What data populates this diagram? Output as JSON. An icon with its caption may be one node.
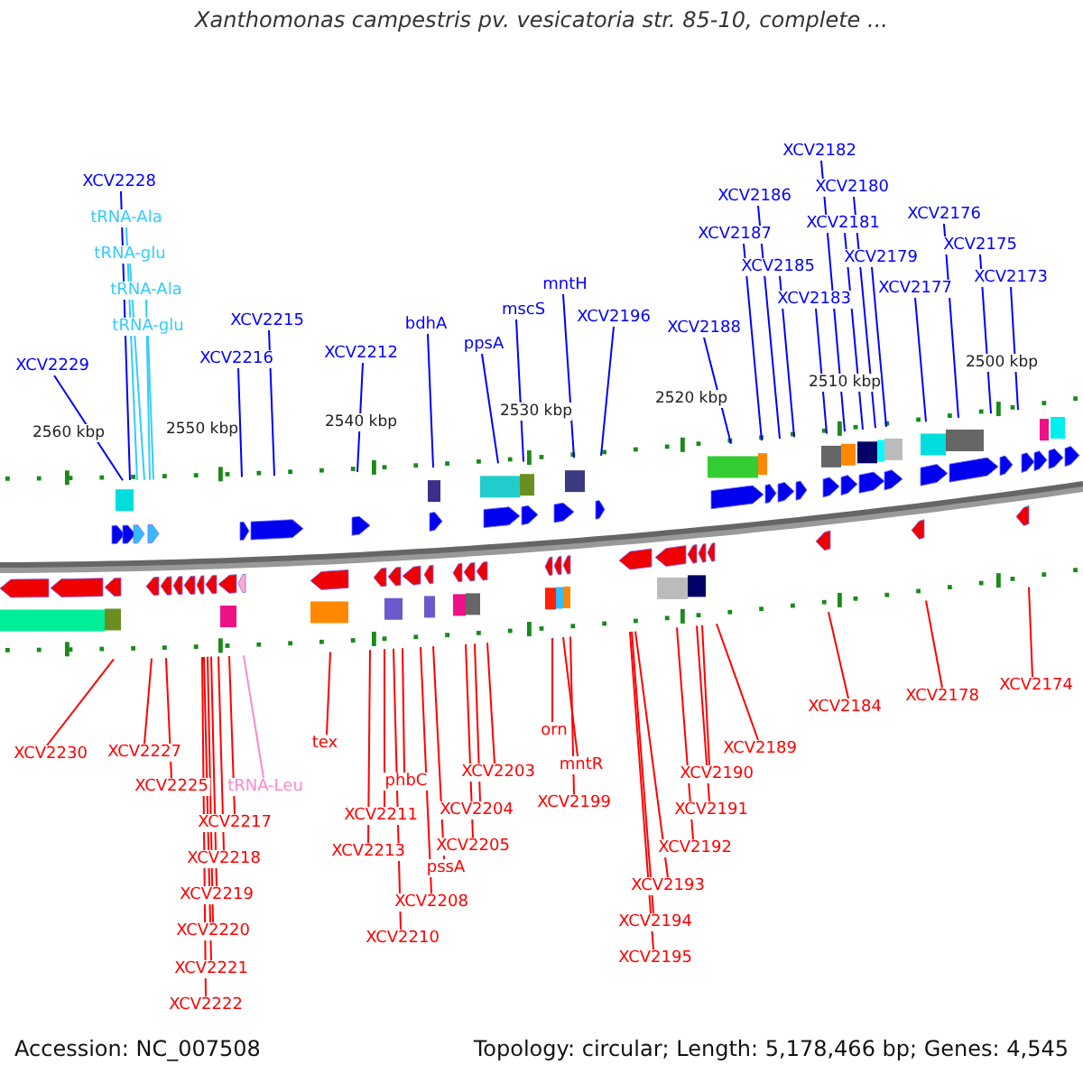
{
  "diagram": {
    "title": "Xanthomonas campestris pv. vesicatoria str. 85-10, complete ...",
    "nodes": [
      {
        "text": [
          "XCV2229"
        ]
      },
      {
        "text": [
          "XCV2228"
        ]
      },
      {
        "text": [
          "tRNA-Ala"
        ]
      },
      {
        "text": [
          "tRNA-glu"
        ]
      },
      {
        "text": [
          "tRNA-Ala"
        ]
      },
      {
        "text": [
          "tRNA-glu"
        ]
      },
      {
        "text": [
          "XCV2216"
        ]
      },
      {
        "text": [
          "XCV2215"
        ]
      },
      {
        "text": [
          "XCV2212"
        ]
      },
      {
        "text": [
          "bdhA"
        ]
      },
      {
        "text": [
          "ppsA"
        ]
      },
      {
        "text": [
          "mscS"
        ]
      },
      {
        "text": [
          "mntH"
        ]
      },
      {
        "text": [
          "XCV2196"
        ]
      },
      {
        "text": [
          "XCV2188"
        ]
      },
      {
        "text": [
          "XCV2187"
        ]
      },
      {
        "text": [
          "XCV2186"
        ]
      },
      {
        "text": [
          "XCV2185"
        ]
      },
      {
        "text": [
          "XCV2183"
        ]
      },
      {
        "text": [
          "XCV2182"
        ]
      },
      {
        "text": [
          "XCV2181"
        ]
      },
      {
        "text": [
          "XCV2180"
        ]
      },
      {
        "text": [
          "XCV2179"
        ]
      },
      {
        "text": [
          "XCV2177"
        ]
      },
      {
        "text": [
          "XCV2176"
        ]
      },
      {
        "text": [
          "XCV2175"
        ]
      },
      {
        "text": [
          "XCV2173"
        ]
      },
      {
        "text": [
          "XCV2230"
        ]
      },
      {
        "text": [
          "XCV2227"
        ]
      },
      {
        "text": [
          "XCV2225"
        ]
      },
      {
        "text": [
          "tRNA-Leu"
        ]
      },
      {
        "text": [
          "XCV2217"
        ]
      },
      {
        "text": [
          "XCV2218"
        ]
      },
      {
        "text": [
          "XCV2219"
        ]
      },
      {
        "text": [
          "XCV2220"
        ]
      },
      {
        "text": [
          "XCV2221"
        ]
      },
      {
        "text": [
          "XCV2222"
        ]
      },
      {
        "text": [
          "tex"
        ]
      },
      {
        "text": [
          "phbC"
        ]
      },
      {
        "text": [
          "XCV2211"
        ]
      },
      {
        "text": [
          "XCV2213"
        ]
      },
      {
        "text": [
          "XCV2210"
        ]
      },
      {
        "text": [
          "XCV2208"
        ]
      },
      {
        "text": [
          "pssA"
        ]
      },
      {
        "text": [
          "XCV2205"
        ]
      },
      {
        "text": [
          "XCV2204"
        ]
      },
      {
        "text": [
          "XCV2203"
        ]
      },
      {
        "text": [
          "orn"
        ]
      },
      {
        "text": [
          "mntR"
        ]
      },
      {
        "text": [
          "XCV2199"
        ]
      },
      {
        "text": [
          "XCV2195"
        ]
      },
      {
        "text": [
          "XCV2194"
        ]
      },
      {
        "text": [
          "XCV2193"
        ]
      },
      {
        "text": [
          "XCV2192"
        ]
      },
      {
        "text": [
          "XCV2191"
        ]
      },
      {
        "text": [
          "XCV2190"
        ]
      },
      {
        "text": [
          "XCV2189"
        ]
      },
      {
        "text": [
          "XCV2184"
        ]
      },
      {
        "text": [
          "XCV2178"
        ]
      },
      {
        "text": [
          "XCV2174"
        ]
      }
    ],
    "edges": [
      {
        "from": 0,
        "to": null,
        "arrow": "none",
        "color": "#0000ff"
      },
      {
        "from": 1,
        "to": null,
        "arrow": "none",
        "color": "#0000ff"
      },
      {
        "from": 2,
        "to": null,
        "arrow": "none",
        "color": "#33ccff"
      },
      {
        "from": 3,
        "to": null,
        "arrow": "none",
        "color": "#33ccff"
      },
      {
        "from": 4,
        "to": null,
        "arrow": "none",
        "color": "#33ccff"
      },
      {
        "from": 5,
        "to": null,
        "arrow": "none",
        "color": "#33ccff"
      },
      {
        "from": 6,
        "to": null,
        "arrow": "none",
        "color": "#0000ff"
      },
      {
        "from": 7,
        "to": null,
        "arrow": "none",
        "color": "#0000ff"
      },
      {
        "from": 8,
        "to": null,
        "arrow": "none",
        "color": "#0000ff"
      },
      {
        "from": 9,
        "to": null,
        "arrow": "none",
        "color": "#0000ff"
      },
      {
        "from": 10,
        "to": null,
        "arrow": "none",
        "color": "#0000ff"
      },
      {
        "from": 11,
        "to": null,
        "arrow": "none",
        "color": "#0000ff"
      },
      {
        "from": 12,
        "to": null,
        "arrow": "none",
        "color": "#0000ff"
      },
      {
        "from": 13,
        "to": null,
        "arrow": "none",
        "color": "#0000ff"
      },
      {
        "from": 14,
        "to": null,
        "arrow": "none",
        "color": "#0000ff"
      },
      {
        "from": 15,
        "to": null,
        "arrow": "none",
        "color": "#0000ff"
      },
      {
        "from": 16,
        "to": null,
        "arrow": "none",
        "color": "#0000ff"
      },
      {
        "from": 17,
        "to": null,
        "arrow": "none",
        "color": "#0000ff"
      },
      {
        "from": 18,
        "to": null,
        "arrow": "none",
        "color": "#0000ff"
      },
      {
        "from": 19,
        "to": null,
        "arrow": "none",
        "color": "#0000ff"
      },
      {
        "from": 20,
        "to": null,
        "arrow": "none",
        "color": "#0000ff"
      },
      {
        "from": 21,
        "to": null,
        "arrow": "none",
        "color": "#0000ff"
      },
      {
        "from": 22,
        "to": null,
        "arrow": "none",
        "color": "#0000ff"
      },
      {
        "from": 23,
        "to": null,
        "arrow": "none",
        "color": "#0000ff"
      },
      {
        "from": 24,
        "to": null,
        "arrow": "none",
        "color": "#0000ff"
      },
      {
        "from": 25,
        "to": null,
        "arrow": "none",
        "color": "#0000ff"
      },
      {
        "from": 26,
        "to": null,
        "arrow": "none",
        "color": "#0000ff"
      },
      {
        "from": 27,
        "to": null,
        "arrow": "none"
      },
      {
        "from": 28,
        "to": null,
        "arrow": "none"
      },
      {
        "from": 29,
        "to": null,
        "arrow": "none"
      },
      {
        "from": 30,
        "to": null,
        "arrow": "none",
        "color": "#ff88cc"
      },
      {
        "from": 31,
        "to": null,
        "arrow": "none"
      },
      {
        "from": 32,
        "to": null,
        "arrow": "none"
      },
      {
        "from": 33,
        "to": null,
        "arrow": "none"
      },
      {
        "from": 34,
        "to": null,
        "arrow": "none"
      },
      {
        "from": 35,
        "to": null,
        "arrow": "none"
      },
      {
        "from": 36,
        "to": null,
        "arrow": "none"
      },
      {
        "from": 37,
        "to": null,
        "arrow": "none"
      },
      {
        "from": 38,
        "to": null,
        "arrow": "none"
      },
      {
        "from": 39,
        "to": null,
        "arrow": "none"
      },
      {
        "from": 40,
        "to": null,
        "arrow": "none"
      },
      {
        "from": 41,
        "to": null,
        "arrow": "none"
      },
      {
        "from": 42,
        "to": null,
        "arrow": "none"
      },
      {
        "from": 43,
        "to": null,
        "arrow": "none"
      },
      {
        "from": 44,
        "to": null,
        "arrow": "none"
      },
      {
        "from": 45,
        "to": null,
        "arrow": "none"
      },
      {
        "from": 46,
        "to": null,
        "arrow": "none"
      },
      {
        "from": 47,
        "to": null,
        "arrow": "none"
      },
      {
        "from": 48,
        "to": null,
        "arrow": "none"
      },
      {
        "from": 49,
        "to": null,
        "arrow": "none"
      },
      {
        "from": 50,
        "to": null,
        "arrow": "none"
      },
      {
        "from": 51,
        "to": null,
        "arrow": "none"
      },
      {
        "from": 52,
        "to": null,
        "arrow": "none"
      },
      {
        "from": 53,
        "to": null,
        "arrow": "none"
      },
      {
        "from": 54,
        "to": null,
        "arrow": "none"
      },
      {
        "from": 55,
        "to": null,
        "arrow": "none"
      },
      {
        "from": 56,
        "to": null,
        "arrow": "none"
      },
      {
        "from": 57,
        "to": null,
        "arrow": "none"
      },
      {
        "from": 58,
        "to": null,
        "arrow": "none"
      },
      {
        "from": 59,
        "to": null,
        "arrow": "none"
      }
    ],
    "labels": [
      "2560 kbp",
      "2550 kbp",
      "2540 kbp",
      "2530 kbp",
      "2520 kbp",
      "2510 kbp",
      "2500 kbp",
      "Accession: NC_007508",
      "Topology: circular; Length: 5,178,466 bp; Genes: 4,545"
    ]
  }
}
